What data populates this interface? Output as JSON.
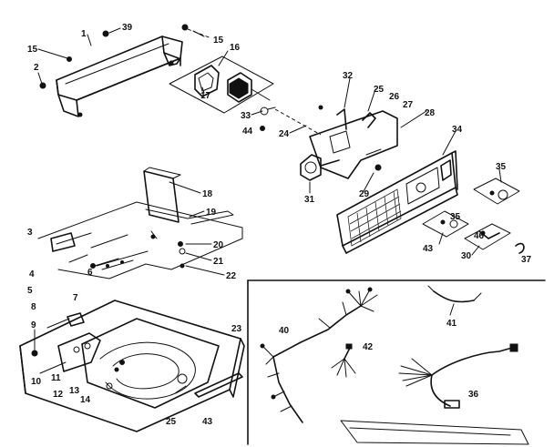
{
  "colors": {
    "ink": "#111111",
    "paper": "#ffffff"
  },
  "labels": {
    "l1": "1",
    "l2": "2",
    "l3": "3",
    "l4": "4",
    "l5": "5",
    "l6": "6",
    "l7": "7",
    "l8": "8",
    "l9": "9",
    "l10": "10",
    "l11": "11",
    "l12": "12",
    "l13": "13",
    "l14": "14",
    "l15a": "15",
    "l15b": "15",
    "l16": "16",
    "l17": "17",
    "l18": "18",
    "l19": "19",
    "l20": "20",
    "l21": "21",
    "l22": "22",
    "l23": "23",
    "l24": "24",
    "l25a": "25",
    "l25b": "25",
    "l26": "26",
    "l27": "27",
    "l28": "28",
    "l29": "29",
    "l30": "30",
    "l31": "31",
    "l32": "32",
    "l33": "33",
    "l34": "34",
    "l35a": "35",
    "l35b": "35",
    "l36": "36",
    "l37": "37",
    "l39": "39",
    "l40": "40",
    "l41": "41",
    "l42": "42",
    "l43a": "43",
    "l43b": "43",
    "l44": "44",
    "l46": "46"
  }
}
